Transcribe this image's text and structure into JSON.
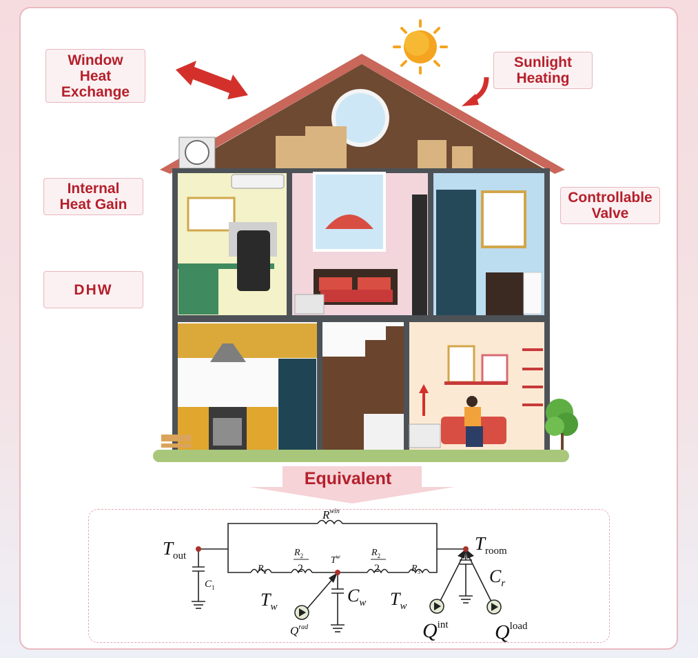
{
  "labels": {
    "window": "Window\nHeat\nExchange",
    "sunlight": "Sunlight\nHeating",
    "internal": "Internal\nHeat Gain",
    "valve": "Controllable\nValve",
    "dhw": "DHW",
    "equivalent": "Equivalent"
  },
  "circuit": {
    "t_out_main": "T",
    "t_out_sub": "out",
    "t_room_main": "T",
    "t_room_sub": "room",
    "r_win_main": "R",
    "r_win_sup": "win",
    "r1_main": "R",
    "r1_sub": "1",
    "r2a_num_main": "R",
    "r2a_num_sub": "2",
    "r2a_den": "2",
    "r2b_num_main": "R",
    "r2b_num_sub": "2",
    "r2b_den": "2",
    "r3_main": "R",
    "r3_sub": "3",
    "tw_node_main": "T",
    "tw_node_sup": "w",
    "c1_main": "C",
    "c1_sub": "1",
    "cw_main": "C",
    "cw_sub": "w",
    "cr_main": "C",
    "cr_sub": "r",
    "tw_left_main": "T",
    "tw_left_sub": "w",
    "tw_right_main": "T",
    "tw_right_sub": "w",
    "qrad_main": "Q",
    "qrad_sup": "rad",
    "qint_main": "Q",
    "qint_sup": "int",
    "qload_main": "Q",
    "qload_sup": "load"
  },
  "colors": {
    "accent": "#b51f2b",
    "roof": "#c8675a",
    "attic": "#6e4a33",
    "wall": "#4d5257",
    "ground": "#a8c77b"
  }
}
